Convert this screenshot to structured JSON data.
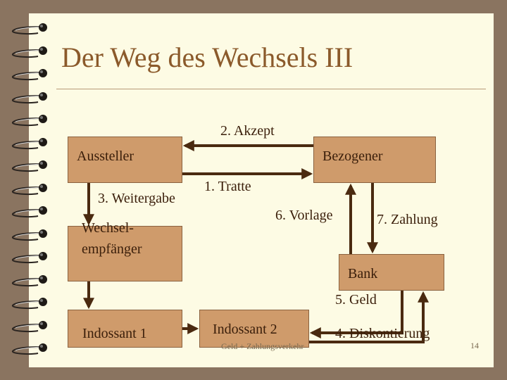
{
  "slide": {
    "title": "Der Weg des Wechsels III",
    "footer": "Geld + Zahlungsverkehr",
    "page_number": "14"
  },
  "boxes": {
    "aussteller": "Aussteller",
    "bezogener": "Bezogener",
    "wechselempfaenger_1": "Wechsel-",
    "wechselempfaenger_2": "empfänger",
    "bank": "Bank",
    "indossant1": "Indossant 1",
    "indossant2": "Indossant 2"
  },
  "arrows": {
    "tratte": "1. Tratte",
    "akzept": "2. Akzept",
    "weitergabe": "3. Weitergabe",
    "diskontierung": "4. Diskontierung",
    "geld": "5. Geld",
    "vorlage": "6. Vorlage",
    "zahlung": "7. Zahlung"
  },
  "colors": {
    "box": "#cf9b6b",
    "arrow": "#4a2a10",
    "title": "#8b5a2b",
    "page": "#fdfbe4"
  }
}
